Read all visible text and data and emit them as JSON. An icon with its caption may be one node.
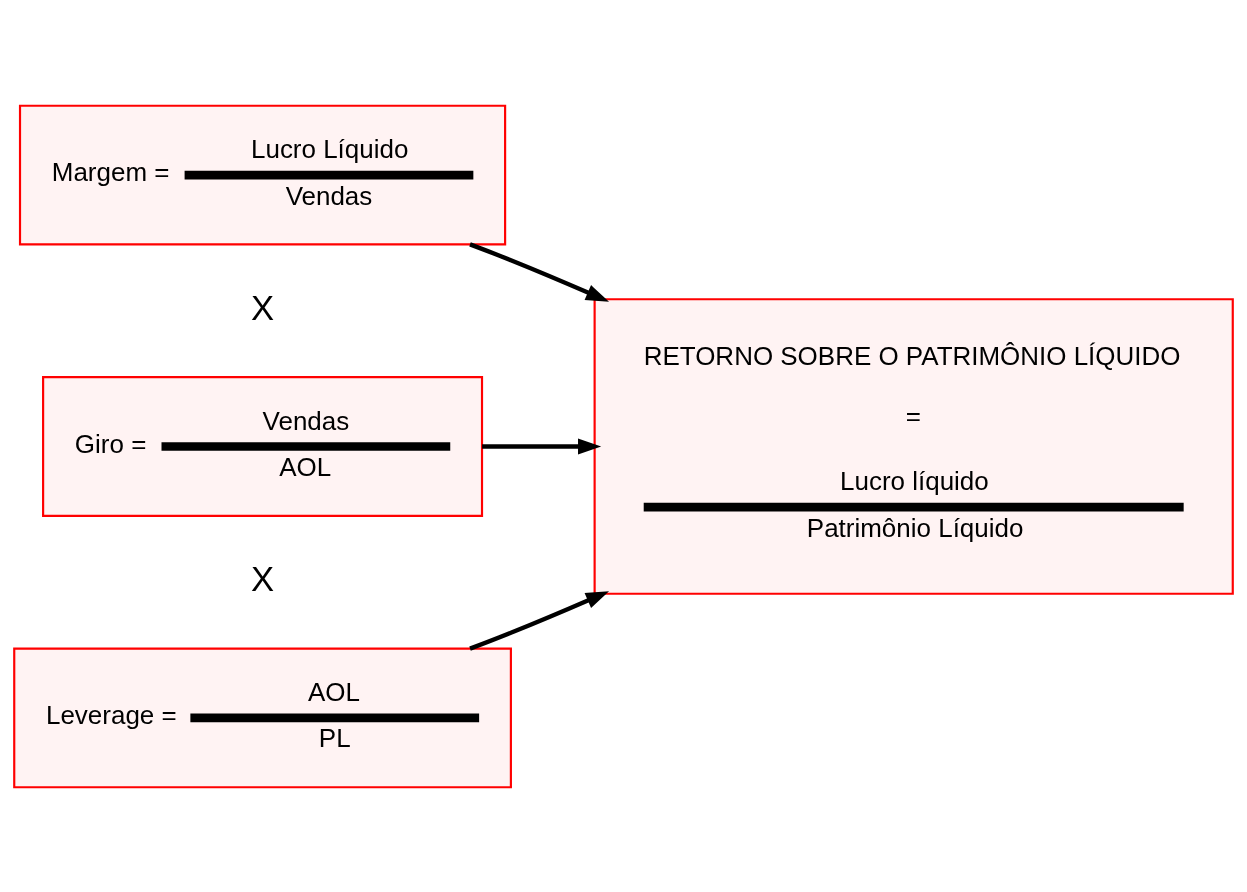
{
  "diagram": {
    "nodes": [
      {
        "text": [
          "Margem =",
          "Lucro Líquido",
          "Vendas"
        ]
      },
      {
        "text": [
          "Giro =",
          "Vendas",
          "AOL"
        ]
      },
      {
        "text": [
          "Leverage =",
          "AOL",
          "PL"
        ]
      },
      {
        "text": [
          "RETORNO SOBRE O PATRIMÔNIO LÍQUIDO",
          "=",
          "Lucro líquido",
          "Patrimônio Líquido"
        ]
      }
    ],
    "edges": [
      {
        "from": 0,
        "to": 3,
        "arrow": "to"
      },
      {
        "from": 1,
        "to": 3,
        "arrow": "to"
      },
      {
        "from": 2,
        "to": 3,
        "arrow": "to"
      }
    ],
    "labels": [
      "X",
      "X"
    ]
  }
}
